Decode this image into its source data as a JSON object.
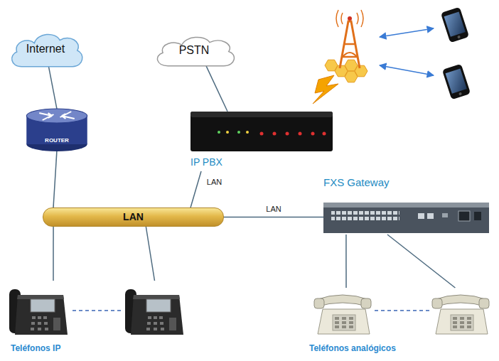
{
  "diagram": {
    "nodes": [
      {
        "text": [
          "Internet"
        ]
      },
      {
        "text": [
          "PSTN"
        ]
      },
      {
        "text": [
          "ROUTER"
        ]
      },
      {
        "text": [
          "IP PBX"
        ]
      },
      {
        "text": [
          "LAN"
        ]
      },
      {
        "text": [
          "FXS Gateway"
        ]
      },
      {
        "text": [
          "Teléfonos IP"
        ]
      },
      {
        "text": [
          "Teléfonos analógicos"
        ]
      }
    ],
    "edges": [
      {
        "from": 0,
        "to": 2,
        "arrow": "none"
      },
      {
        "from": 2,
        "to": 4,
        "arrow": "none"
      },
      {
        "from": 1,
        "to": 3,
        "arrow": "none"
      },
      {
        "from": 4,
        "to": 3,
        "label": "LAN",
        "arrow": "none"
      },
      {
        "from": 4,
        "to": 5,
        "label": "LAN",
        "arrow": "none"
      },
      {
        "from": 4,
        "to": 6,
        "arrow": "none"
      },
      {
        "from": 4,
        "to": 6,
        "arrow": "none"
      },
      {
        "from": 5,
        "to": 7,
        "arrow": "none"
      },
      {
        "from": 5,
        "to": 7,
        "arrow": "none"
      }
    ]
  }
}
